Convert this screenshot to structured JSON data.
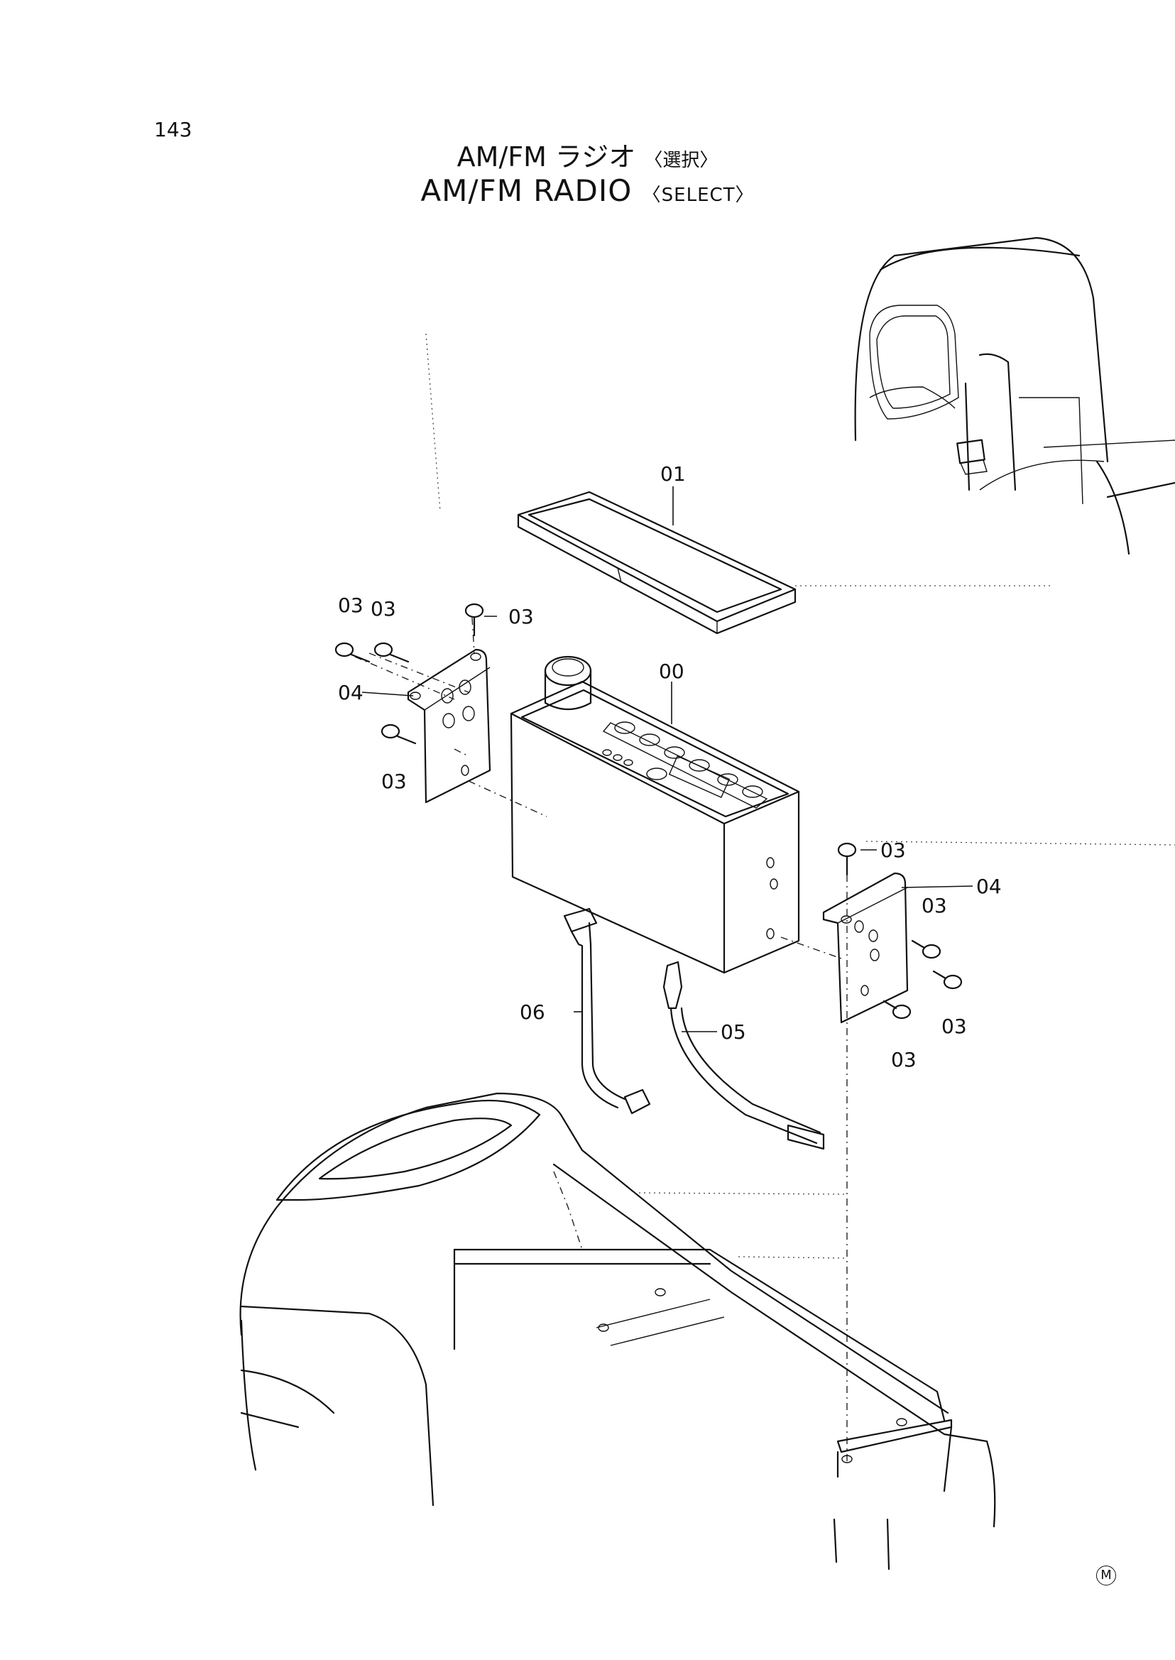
{
  "page": {
    "number": "143"
  },
  "title": {
    "jp_main": "AM/FM ラジオ",
    "jp_qualifier": "〈選択〉",
    "en_main": "AM/FM  RADIO",
    "en_qualifier": "〈SELECT〉"
  },
  "callouts": [
    {
      "id": "c01",
      "text": "01"
    },
    {
      "id": "c00",
      "text": "00"
    },
    {
      "id": "c03a",
      "text": "03"
    },
    {
      "id": "c03b",
      "text": "03"
    },
    {
      "id": "c03c",
      "text": "03"
    },
    {
      "id": "c04a",
      "text": "04"
    },
    {
      "id": "c03d",
      "text": "03"
    },
    {
      "id": "c03e",
      "text": "03"
    },
    {
      "id": "c04b",
      "text": "04"
    },
    {
      "id": "c03f",
      "text": "03"
    },
    {
      "id": "c03g",
      "text": "03"
    },
    {
      "id": "c03h",
      "text": "03"
    },
    {
      "id": "c06",
      "text": "06"
    },
    {
      "id": "c05",
      "text": "05"
    }
  ],
  "corner_mark": "M"
}
